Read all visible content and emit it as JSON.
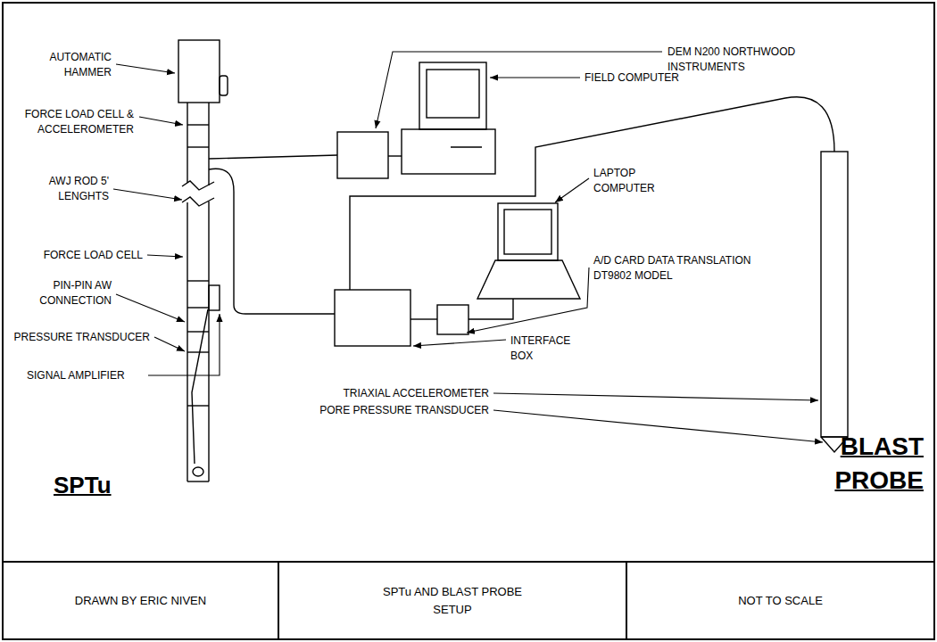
{
  "diagram": {
    "nodes": [
      {
        "text": [
          "DRAWN BY ERIC NIVEN"
        ]
      },
      {
        "text": [
          "SPTu AND BLAST PROBE SETUP"
        ]
      },
      {
        "text": [
          "NOT TO SCALE"
        ]
      }
    ],
    "labels": [
      "AUTOMATIC HAMMER",
      "FORCE LOAD CELL & ACCELEROMETER",
      "AWJ ROD 5' LENGHTS",
      "FORCE LOAD CELL",
      "PIN-PIN AW CONNECTION",
      "PRESSURE TRANSDUCER",
      "SIGNAL AMPLIFIER",
      "DEM N200 NORTHWOOD INSTRUMENTS",
      "FIELD COMPUTER",
      "LAPTOP COMPUTER",
      "A/D CARD DATA TRANSLATION DT9802 MODEL",
      "INTERFACE BOX",
      "TRIAXIAL ACCELEROMETER",
      "PORE PRESSURE TRANSDUCER",
      "SPTu",
      "BLAST PROBE"
    ]
  }
}
